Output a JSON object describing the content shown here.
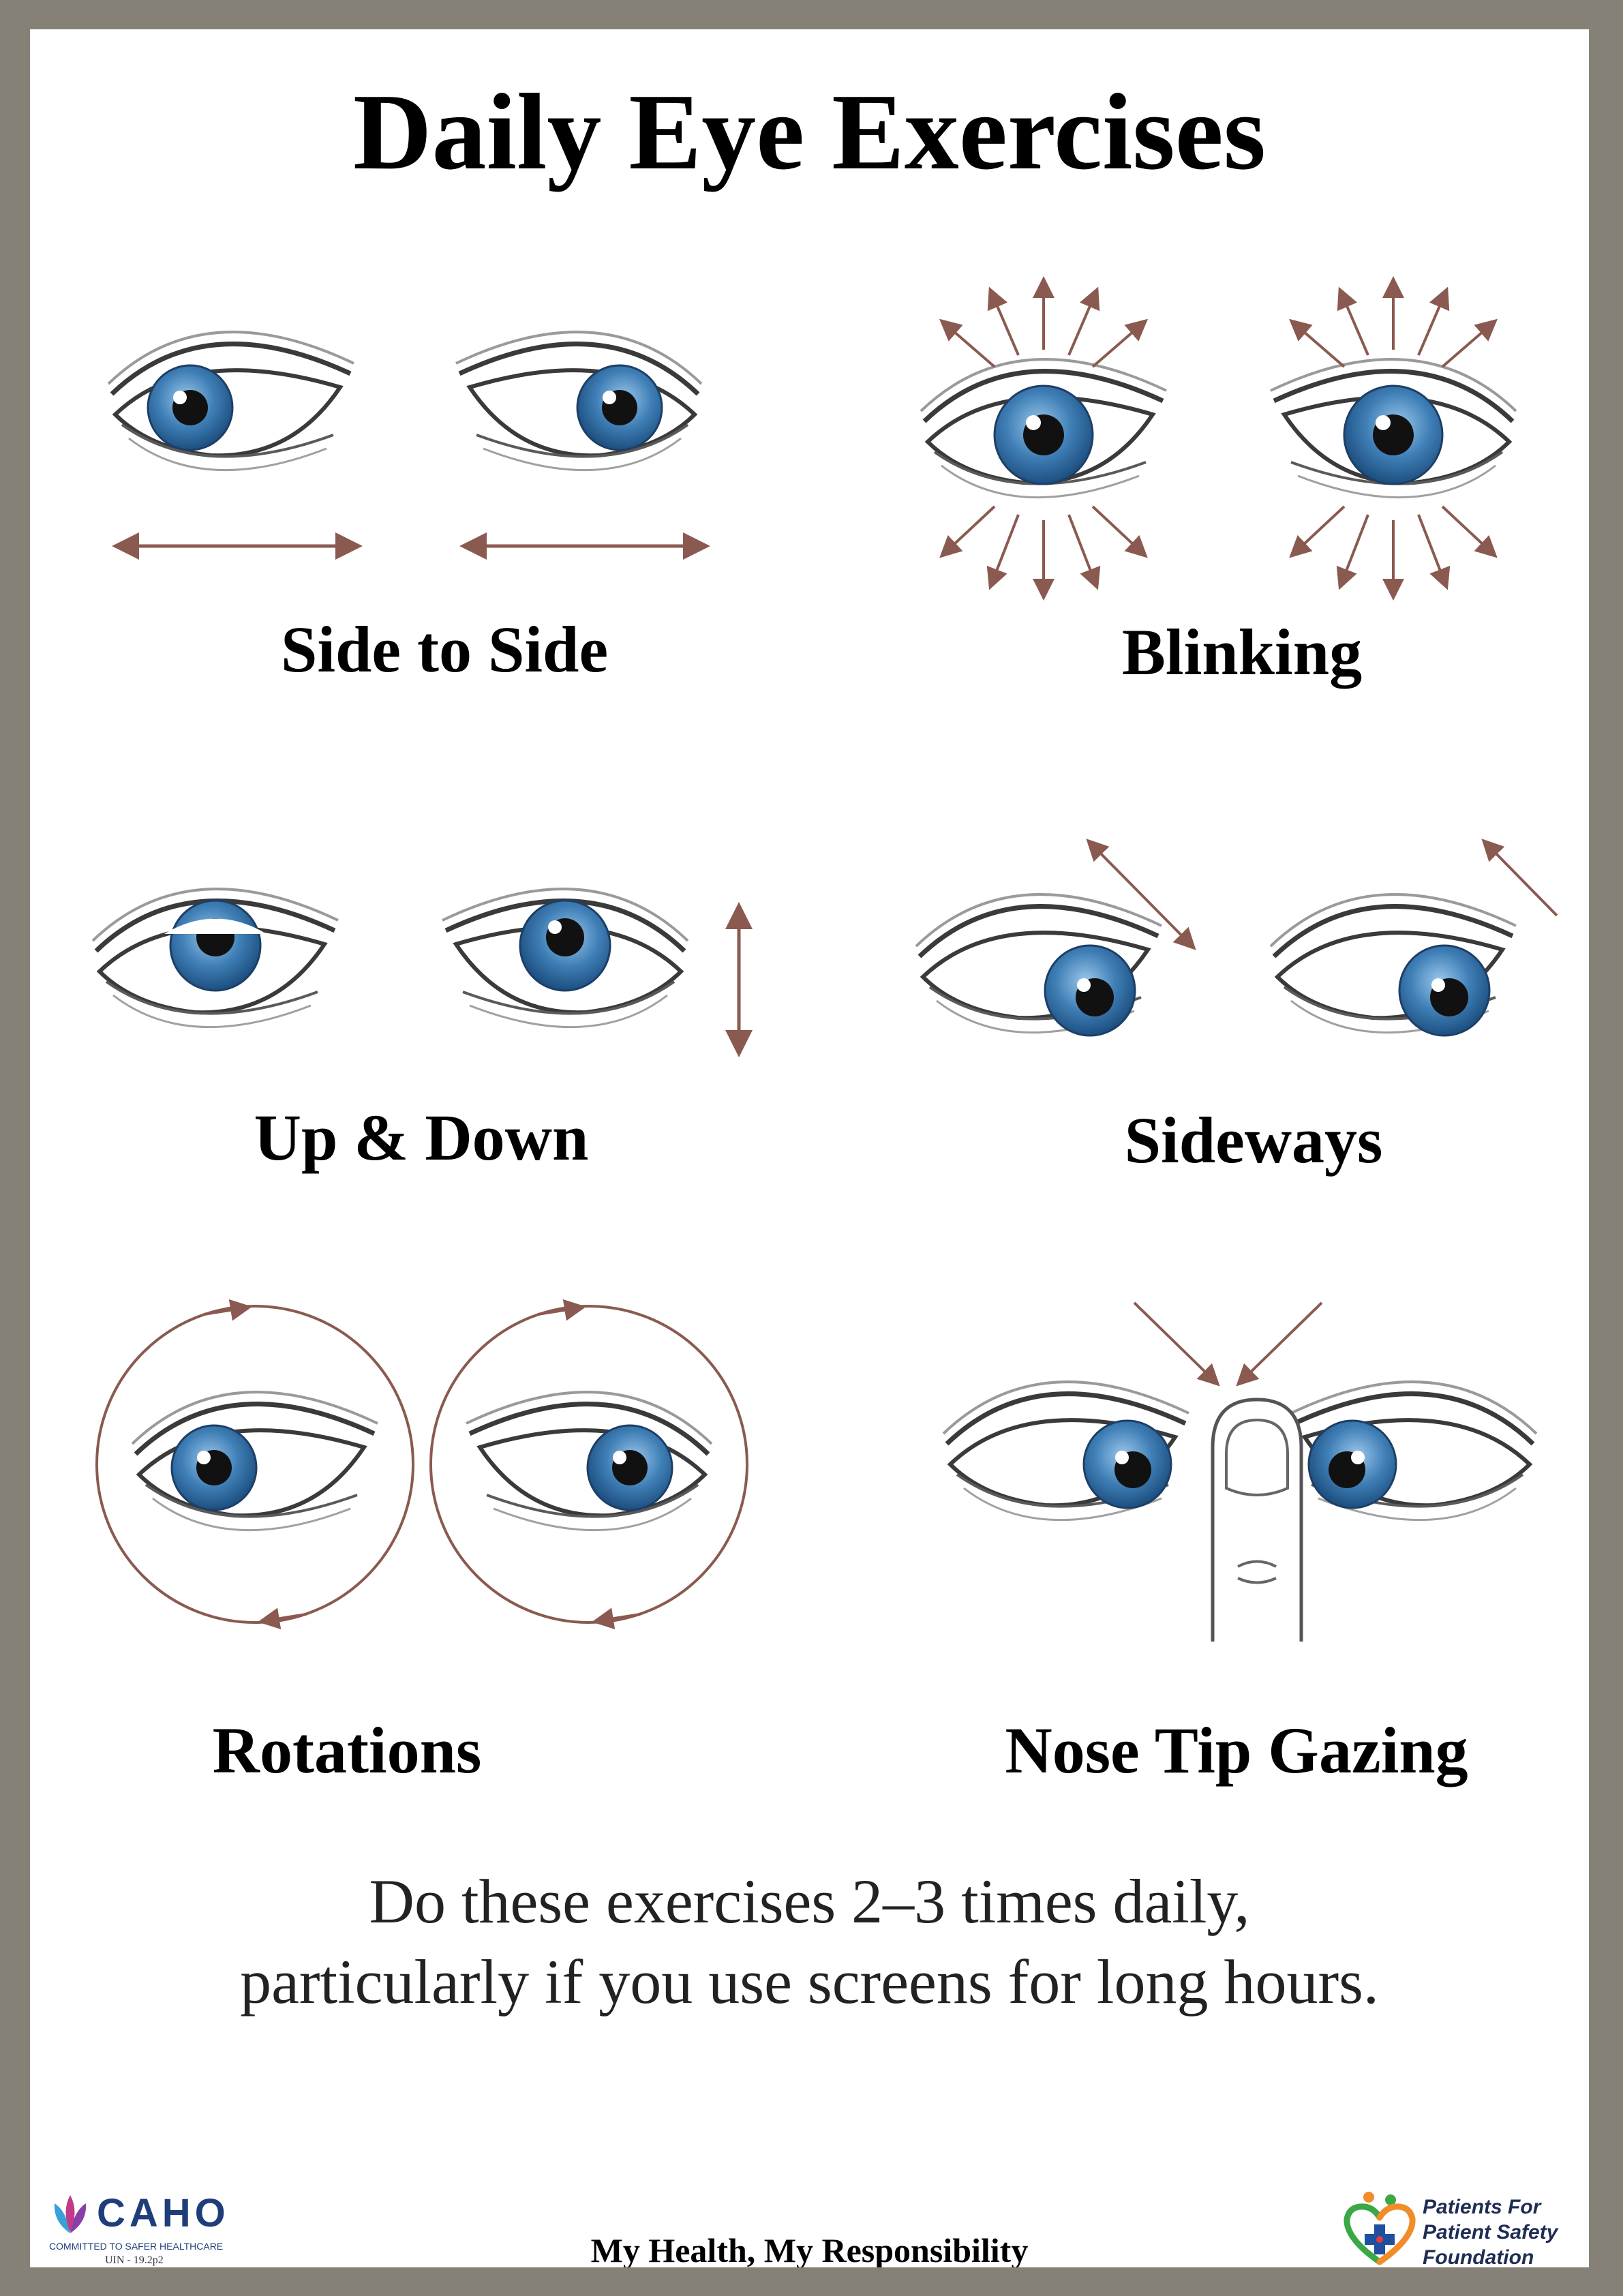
{
  "title": "Daily Eye Exercises",
  "exercises": [
    {
      "label": "Side to Side"
    },
    {
      "label": "Blinking"
    },
    {
      "label": "Up & Down"
    },
    {
      "label": "Sideways"
    },
    {
      "label": "Rotations"
    },
    {
      "label": "Nose Tip Gazing"
    }
  ],
  "note": {
    "line1": "Do these exercises 2–3 times daily,",
    "line2": "particularly if you use screens for long hours."
  },
  "footer": {
    "motto": "My Health, My Responsibility",
    "caho": {
      "name": "CAHO",
      "tagline": "COMMITTED TO SAFER HEALTHCARE",
      "uin": "UIN - 19.2p2"
    },
    "pfps": {
      "line1": "Patients For",
      "line2": "Patient Safety",
      "line3": "Foundation"
    }
  },
  "colors": {
    "frame": "#858177",
    "iris": "#3f7fb6",
    "arrow": "#8a5a50",
    "pfps_orange": "#f28c28",
    "pfps_green": "#3aa845",
    "pfps_red": "#e23b3b",
    "pfps_blue": "#1f4fa0",
    "caho_blue": "#1f3d7a"
  }
}
